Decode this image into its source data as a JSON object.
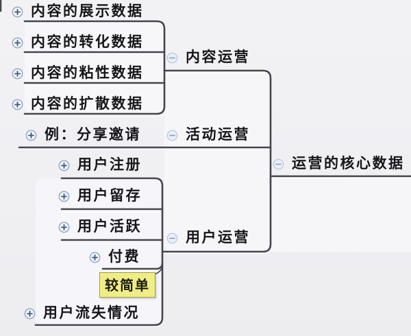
{
  "mindmap": {
    "root": {
      "label": "运营的核心数据",
      "icon": "collapse-icon"
    },
    "branches": [
      {
        "label": "内容运营",
        "icon": "collapse-icon",
        "children": [
          {
            "label": "内容的展示数据",
            "icon": "expand-icon"
          },
          {
            "label": "内容的转化数据",
            "icon": "expand-icon"
          },
          {
            "label": "内容的粘性数据",
            "icon": "expand-icon"
          },
          {
            "label": "内容的扩散数据",
            "icon": "expand-icon"
          }
        ]
      },
      {
        "label": "活动运营",
        "icon": "collapse-icon",
        "children": [
          {
            "label": "例：分享邀请",
            "icon": "expand-icon"
          }
        ]
      },
      {
        "label": "用户运营",
        "icon": "collapse-icon",
        "children": [
          {
            "label": "用户注册",
            "icon": "expand-icon"
          },
          {
            "label": "用户留存",
            "icon": "expand-icon"
          },
          {
            "label": "用户活跃",
            "icon": "expand-icon"
          },
          {
            "label": "付费",
            "icon": "expand-icon",
            "note": "较简单"
          },
          {
            "label": "用户流失情况",
            "icon": "expand-icon"
          }
        ]
      }
    ],
    "colors": {
      "line": "#45454e",
      "background": "#f0f0f3",
      "group_panel": "#f7f7fa",
      "note_background": "#f1ed85",
      "note_border": "#9e9b4e",
      "text": "#15151a"
    }
  }
}
